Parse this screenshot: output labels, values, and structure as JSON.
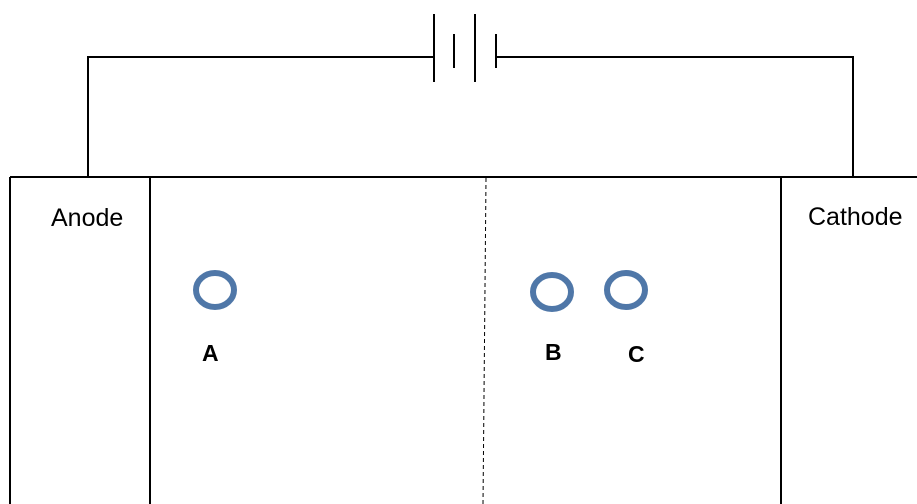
{
  "labels": {
    "anode": "Anode",
    "cathode": "Cathode"
  },
  "spots": [
    {
      "label": "A"
    },
    {
      "label": "B"
    },
    {
      "label": "C"
    }
  ],
  "colors": {
    "spot_ring": "#4f77a8",
    "line": "#000000",
    "background": "#ffffff"
  }
}
